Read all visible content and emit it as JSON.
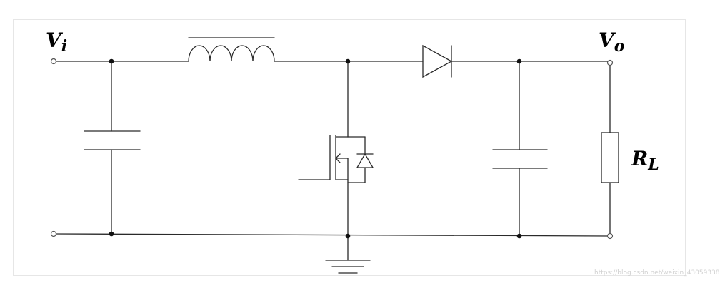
{
  "labels": {
    "vi_main": "V",
    "vi_sub": "i",
    "vo_main": "V",
    "vo_sub": "o",
    "rl_main": "R",
    "rl_sub": "L"
  },
  "watermark": "https://blog.csdn.net/weixin_43059338"
}
